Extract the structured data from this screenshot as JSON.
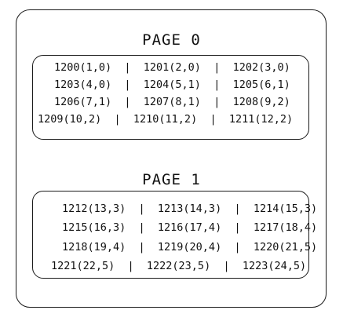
{
  "pages": [
    {
      "title": "PAGE 0",
      "rows": [
        "1200(1,0)  |  1201(2,0)  |  1202(3,0)",
        "1203(4,0)  |  1204(5,1)  |  1205(6,1)",
        "1206(7,1)  |  1207(8,1)  |  1208(9,2)",
        "1209(10,2)  |  1210(11,2)  |  1211(12,2)"
      ]
    },
    {
      "title": "PAGE 1",
      "rows": [
        "1212(13,3)  |  1213(14,3)  |  1214(15,3)",
        "1215(16,3)  |  1216(17,4)  |  1217(18,4)",
        "1218(19,4)  |  1219(20,4)  |  1220(21,5)",
        "1221(22,5)  |  1222(23,5)  |  1223(24,5)"
      ]
    }
  ]
}
